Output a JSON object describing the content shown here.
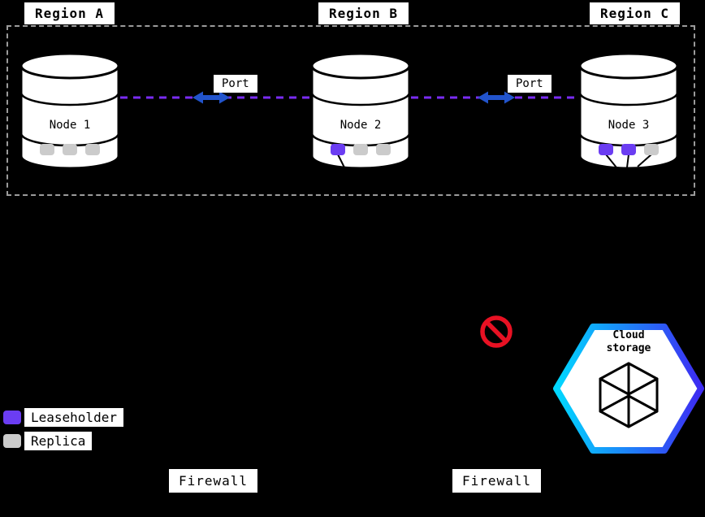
{
  "regions": [
    {
      "label": "Region A"
    },
    {
      "label": "Region B"
    },
    {
      "label": "Region C"
    }
  ],
  "nodes": [
    {
      "label": "Node 1",
      "squares": [
        "replica",
        "replica",
        "replica"
      ]
    },
    {
      "label": "Node 2",
      "squares": [
        "leaseholder",
        "replica",
        "replica"
      ]
    },
    {
      "label": "Node 3",
      "squares": [
        "leaseholder",
        "leaseholder",
        "replica"
      ]
    }
  ],
  "links": [
    {
      "label": "Port"
    },
    {
      "label": "Port"
    }
  ],
  "cloud_storage": {
    "line1": "Cloud",
    "line2": "storage"
  },
  "legend": [
    {
      "label": "Leaseholder",
      "type": "leaseholder"
    },
    {
      "label": "Replica",
      "type": "replica"
    }
  ],
  "firewalls": [
    {
      "label": "Firewall"
    },
    {
      "label": "Firewall"
    }
  ],
  "colors": {
    "leaseholder": "#6b3df2",
    "replica": "#cbcbcb",
    "link_line": "#7a2cf5",
    "arrow": "#2254cc",
    "prohibited": "#e81123",
    "hex_gradient_start": "#00d8ff",
    "hex_gradient_end": "#3d2bf2",
    "label_bg": "#ffffff",
    "diagram_bg": "#000000",
    "dashed_border": "#9b9b9b"
  }
}
